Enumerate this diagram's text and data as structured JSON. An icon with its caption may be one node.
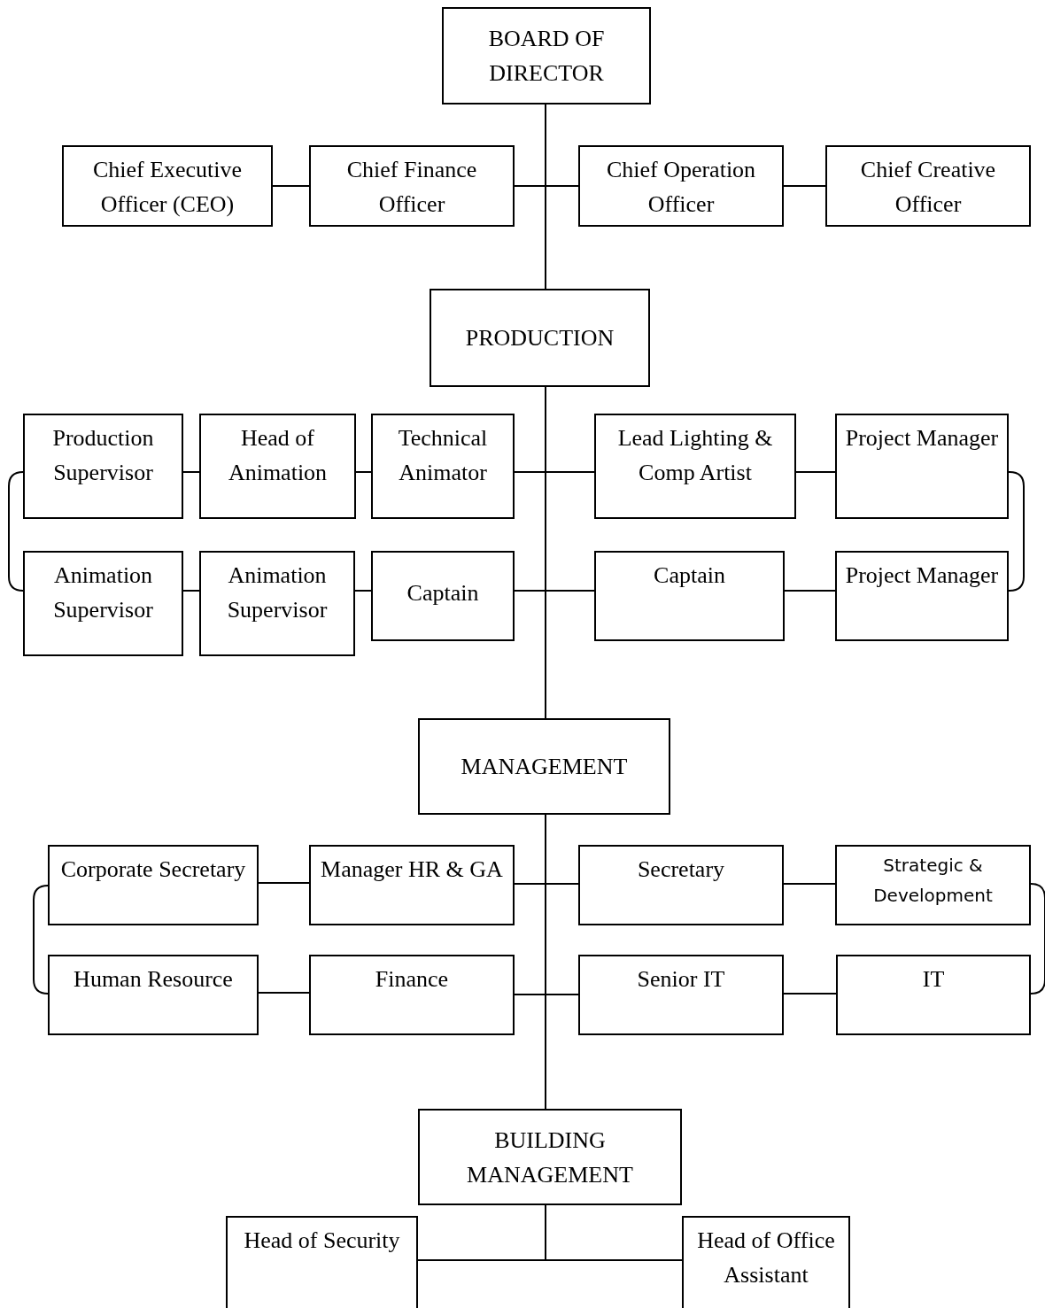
{
  "diagram": {
    "nodes": [
      {
        "text": [
          "BOARD OF DIRECTOR"
        ]
      },
      {
        "text": [
          "Chief Executive Officer (CEO)"
        ]
      },
      {
        "text": [
          "Chief Finance Officer"
        ]
      },
      {
        "text": [
          "Chief Operation Officer"
        ]
      },
      {
        "text": [
          "Chief Creative Officer"
        ]
      },
      {
        "text": [
          "PRODUCTION"
        ]
      },
      {
        "text": [
          "Production Supervisor"
        ]
      },
      {
        "text": [
          "Head of Animation"
        ]
      },
      {
        "text": [
          "Technical Animator"
        ]
      },
      {
        "text": [
          "Lead Lighting & Comp Artist"
        ]
      },
      {
        "text": [
          "Project Manager"
        ]
      },
      {
        "text": [
          "Animation Supervisor"
        ]
      },
      {
        "text": [
          "Animation Supervisor"
        ]
      },
      {
        "text": [
          "Captain"
        ]
      },
      {
        "text": [
          "Captain"
        ]
      },
      {
        "text": [
          "Project Manager"
        ]
      },
      {
        "text": [
          "MANAGEMENT"
        ]
      },
      {
        "text": [
          "Corporate Secretary"
        ]
      },
      {
        "text": [
          "Manager HR & GA"
        ]
      },
      {
        "text": [
          "Secretary"
        ]
      },
      {
        "text": [
          "Strategic & Development"
        ]
      },
      {
        "text": [
          "Human Resource"
        ]
      },
      {
        "text": [
          "Finance"
        ]
      },
      {
        "text": [
          "Senior IT"
        ]
      },
      {
        "text": [
          "IT"
        ]
      },
      {
        "text": [
          "BUILDING MANAGEMENT"
        ]
      },
      {
        "text": [
          "Head of Security"
        ]
      },
      {
        "text": [
          "Head of Office Assistant"
        ]
      }
    ],
    "edges": [
      {
        "from": 0,
        "to": 5,
        "arrow": "none"
      },
      {
        "from": 5,
        "to": 16,
        "arrow": "none"
      },
      {
        "from": 16,
        "to": 25,
        "arrow": "none"
      },
      {
        "from": 0,
        "to": 2,
        "arrow": "none"
      },
      {
        "from": 0,
        "to": 3,
        "arrow": "none"
      },
      {
        "from": 1,
        "to": 2,
        "arrow": "none"
      },
      {
        "from": 3,
        "to": 4,
        "arrow": "none"
      },
      {
        "from": 5,
        "to": 8,
        "arrow": "none"
      },
      {
        "from": 5,
        "to": 9,
        "arrow": "none"
      },
      {
        "from": 5,
        "to": 13,
        "arrow": "none"
      },
      {
        "from": 5,
        "to": 14,
        "arrow": "none"
      },
      {
        "from": 6,
        "to": 7,
        "arrow": "none"
      },
      {
        "from": 7,
        "to": 8,
        "arrow": "none"
      },
      {
        "from": 9,
        "to": 10,
        "arrow": "none"
      },
      {
        "from": 11,
        "to": 12,
        "arrow": "none"
      },
      {
        "from": 12,
        "to": 13,
        "arrow": "none"
      },
      {
        "from": 14,
        "to": 15,
        "arrow": "none"
      },
      {
        "from": 6,
        "to": 11,
        "arrow": "none"
      },
      {
        "from": 10,
        "to": 15,
        "arrow": "none"
      },
      {
        "from": 16,
        "to": 18,
        "arrow": "none"
      },
      {
        "from": 16,
        "to": 19,
        "arrow": "none"
      },
      {
        "from": 16,
        "to": 22,
        "arrow": "none"
      },
      {
        "from": 16,
        "to": 23,
        "arrow": "none"
      },
      {
        "from": 17,
        "to": 18,
        "arrow": "none"
      },
      {
        "from": 19,
        "to": 20,
        "arrow": "none"
      },
      {
        "from": 21,
        "to": 22,
        "arrow": "none"
      },
      {
        "from": 23,
        "to": 24,
        "arrow": "none"
      },
      {
        "from": 17,
        "to": 21,
        "arrow": "none"
      },
      {
        "from": 20,
        "to": 24,
        "arrow": "none"
      },
      {
        "from": 25,
        "to": 26,
        "arrow": "none"
      },
      {
        "from": 25,
        "to": 27,
        "arrow": "none"
      }
    ]
  }
}
